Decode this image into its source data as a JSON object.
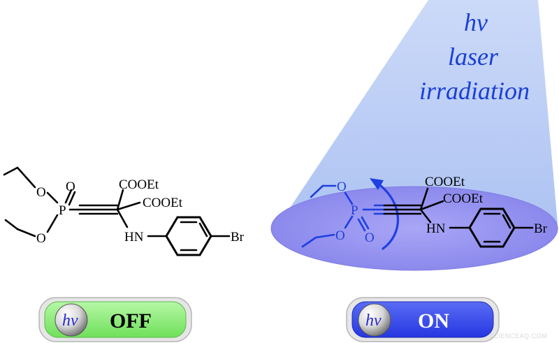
{
  "laser": {
    "line1": "hv",
    "line2": "laser",
    "line3": "irradiation"
  },
  "molecule_left": {
    "p": "P",
    "o_top": "O",
    "o_bottom": "O",
    "o_double": "O",
    "ester1": "COOEt",
    "ester2": "COOEt",
    "hn": "HN",
    "br": "Br"
  },
  "molecule_right": {
    "p": "P",
    "o_top": "O",
    "o_bottom": "O",
    "o_double": "O",
    "ester1": "COOEt",
    "ester2": "COOEt",
    "hn": "HN",
    "br": "Br"
  },
  "switch_off": {
    "knob": "hv",
    "label": "OFF",
    "color": "#8ef07a"
  },
  "switch_on": {
    "knob": "hv",
    "label": "ON",
    "color": "#3348ee"
  },
  "watermark": "SCIENCEAQ.COM",
  "colors": {
    "beam": "#b9cdf6",
    "disk": "#8c8cf0",
    "blue_bonds": "#1f3fe0"
  }
}
